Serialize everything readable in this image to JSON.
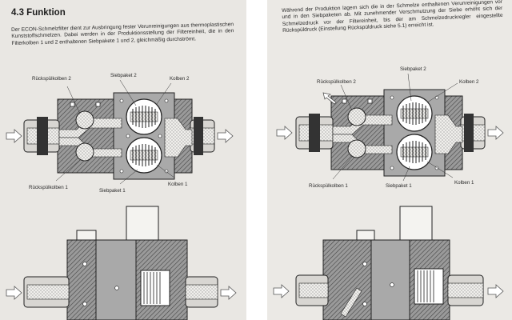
{
  "left_page": {
    "heading": "4.3 Funktion",
    "paragraph": "Der ECON-Schmelzfilter dient zur Ausbringung fester Verunreinigungen aus thermoplastischen Kunststoffschmelzen. Dabei werden in der Produktionsstellung der Filtereinheit, die in den Filterkolben 1 und 2 enthaltenen Siebpakete 1 und 2, gleichmäßig durchströmt.",
    "labels": {
      "rueckspuelkolben_2": "Rückspülkolben 2",
      "siebpaket_2": "Siebpaket 2",
      "kolben_2": "Kolben 2",
      "rueckspuelkolben_1": "Rückspülkolben 1",
      "siebpaket_1": "Siebpaket 1",
      "kolben_1": "Kolben 1"
    }
  },
  "right_page": {
    "paragraph": "Während der Produktion lagern sich die in der Schmelze enthaltenen Verunreinigungen vor und in den Siebpaketen ab. Mit zunehmender Verschmutzung der Siebe erhöht sich der Schmelzedruck vor der Filtereinheit, bis der am Schmelzedruckregler eingestellte Rückspüldruck (Einstellung Rückspüldruck siehe 5.1) erreicht ist.",
    "labels": {
      "rueckspuelkolben_2": "Rückspülkolben 2",
      "siebpaket_2": "Siebpaket 2",
      "kolben_2": "Kolben 2",
      "rueckspuelkolben_1": "Rückspülkolben 1",
      "siebpaket_1": "Siebpaket 1",
      "kolben_1": "Kolben 1"
    }
  },
  "colors": {
    "paper": "#e9e7e3",
    "ink": "#2a2a2a",
    "hatch": "#555555",
    "body_gray": "#a9a9a9"
  }
}
